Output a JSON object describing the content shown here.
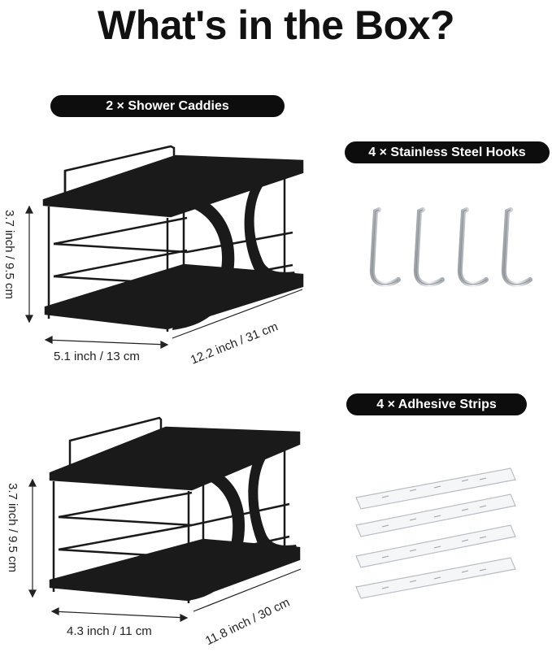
{
  "title": "What's in the Box?",
  "items": {
    "caddies": {
      "label": "2 × Shower Caddies"
    },
    "hooks": {
      "label": "4 × Stainless Steel Hooks"
    },
    "strips": {
      "label": "4 × Adhesive Strips"
    }
  },
  "caddy_top": {
    "height": "3.7 inch / 9.5 cm",
    "width": "5.1 inch / 13 cm",
    "length": "12.2 inch / 31 cm"
  },
  "caddy_bottom": {
    "height": "3.7 inch / 9.5 cm",
    "width": "4.3 inch / 11 cm",
    "length": "11.8 inch / 30 cm"
  },
  "colors": {
    "pill": "#0d0d0d",
    "rack": "#1a1a1a",
    "steel": "#c8ccd0"
  }
}
